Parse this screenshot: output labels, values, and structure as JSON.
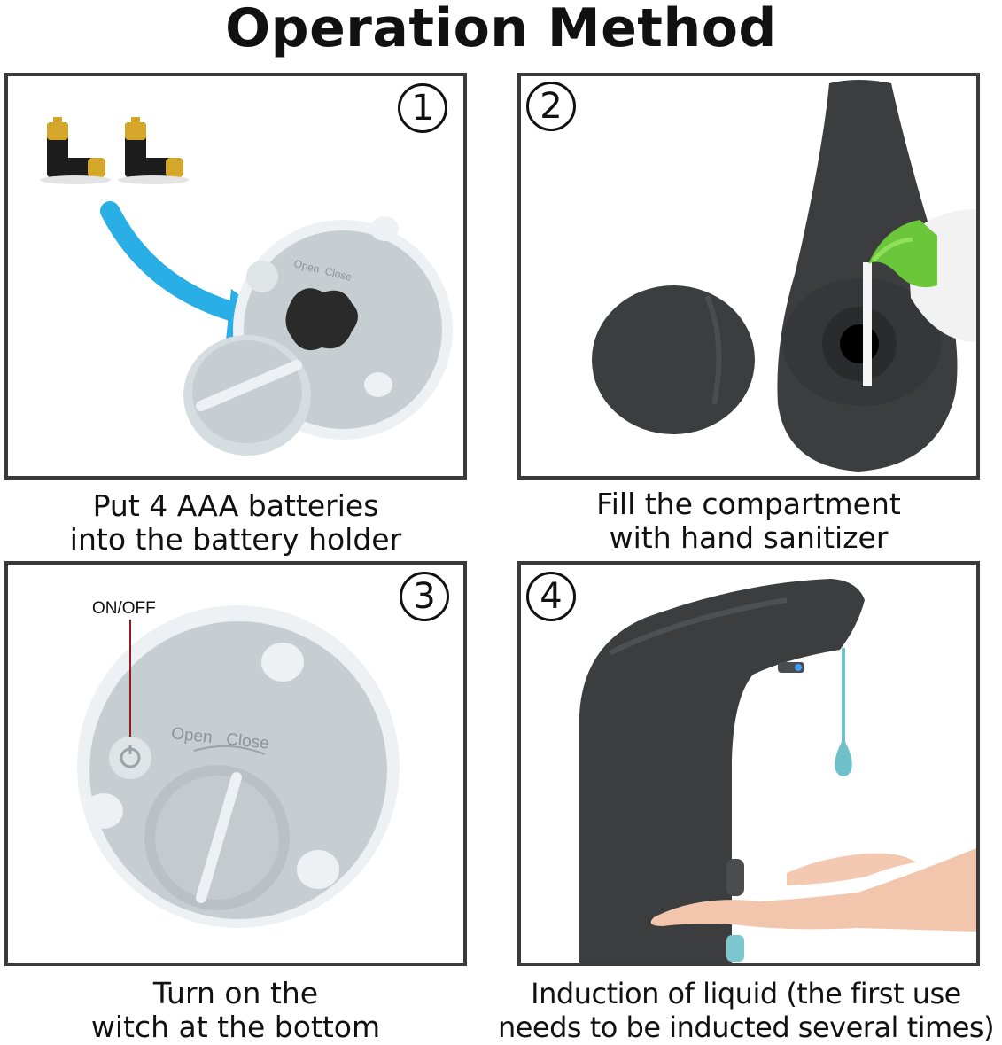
{
  "title": "Operation Method",
  "steps": [
    {
      "number": "1",
      "caption_line1": "Put 4 AAA batteries",
      "caption_line2": "into the battery holder"
    },
    {
      "number": "2",
      "caption_line1": "Fill the compartment",
      "caption_line2": "with hand sanitizer"
    },
    {
      "number": "3",
      "caption_line1": "Turn on the",
      "caption_line2": "witch at the bottom",
      "switch_label": "ON/OFF"
    },
    {
      "number": "4",
      "caption_line1": "Induction of liquid (the first use",
      "caption_line2": "needs to be inducted several times)"
    }
  ],
  "base_labels": {
    "open": "Open",
    "close": "Close"
  },
  "colors": {
    "border": "#3a3a3a",
    "arrow": "#29aee6",
    "dispenser": "#3b3d3f",
    "base": "#c9cfd3",
    "bottle_cap": "#6cc63a",
    "drop": "#6ec1c9"
  }
}
